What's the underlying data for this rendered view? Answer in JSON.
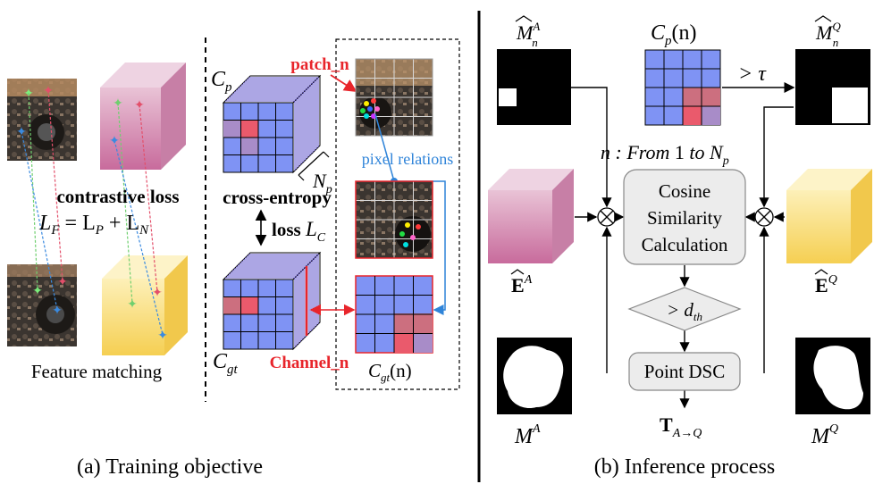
{
  "left_panel": {
    "contrastive_loss_label": "contrastive loss",
    "contrastive_eq_lhs": "L",
    "contrastive_eq_sub_f": "F",
    "contrastive_eq_rest": " = L",
    "contrastive_eq_sub_p": "P",
    "contrastive_eq_plus": " + L",
    "contrastive_eq_sub_n": "N",
    "feature_matching_label": "Feature matching",
    "cp_label_main": "C",
    "cp_label_sub": "p",
    "cgt_label_main": "C",
    "cgt_label_sub": "gt",
    "np_label_main": "N",
    "np_label_sub": "p",
    "cross_entropy_label": "cross-entropy",
    "loss_label_word": "loss ",
    "loss_label_main": "L",
    "loss_label_sub": "C",
    "patch_label": "patch_n",
    "channel_label": "Channel_n",
    "pixel_relations_label": "pixel relations",
    "cgtn_label_main": "C",
    "cgtn_label_sub": "gt",
    "cgtn_label_arg": "(n)",
    "caption": "(a) Training objective"
  },
  "right_panel": {
    "mna_main": "M",
    "mna_sup": "A",
    "mna_sub": "n",
    "cpn_main": "C",
    "cpn_sub": "p",
    "cpn_arg": "(n)",
    "tau_label": "> τ",
    "mnq_main": "M",
    "mnq_sup": "Q",
    "mnq_sub": "n",
    "loop_label_prefix": "n : ",
    "loop_label_from": "From",
    "loop_label_one": " 1 ",
    "loop_label_to": "to ",
    "loop_label_np": "N",
    "loop_label_np_sub": "p",
    "cosine_line1": "Cosine",
    "cosine_line2": "Similarity",
    "cosine_line3": "Calculation",
    "ea_main": "E",
    "ea_sup": "A",
    "eq_main": "E",
    "eq_sup": "Q",
    "dth_prefix": "> d",
    "dth_sub": "th",
    "point_dsc": "Point DSC",
    "ma_main": "M",
    "ma_sup": "A",
    "mq_main": "M",
    "mq_sup": "Q",
    "t_main": "T",
    "t_sub": "A→Q",
    "caption": "(b) Inference  process"
  },
  "colors": {
    "grid_blue": "#7f93f4",
    "grid_pink": "#cc6f7f",
    "grid_red": "#ea5a6c",
    "grid_purple": "#a88cc8",
    "pink_cube": "#d99bb9",
    "yellow_cube": "#fbe08a",
    "red_label": "#e8252b",
    "blue_label": "#2f84d9",
    "box_fill": "#ececec"
  }
}
